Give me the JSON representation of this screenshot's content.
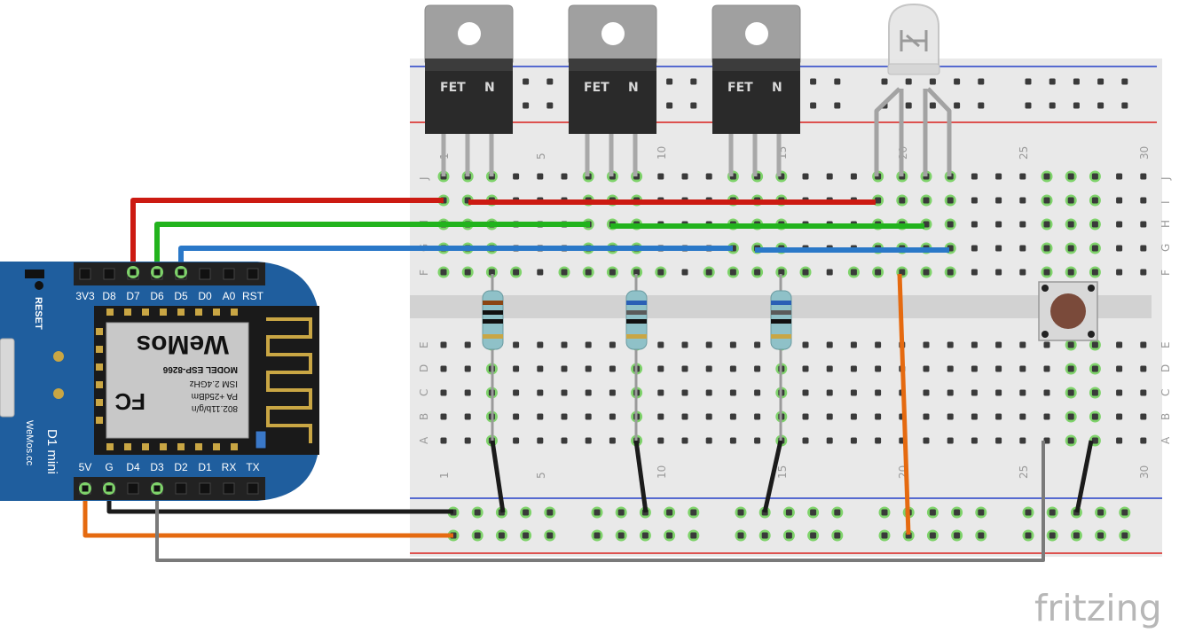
{
  "breadboard": {
    "column_numbers_top": [
      "1",
      "5",
      "10",
      "15",
      "20",
      "25",
      "30"
    ],
    "column_numbers_bottom": [
      "1",
      "5",
      "10",
      "15",
      "20",
      "25",
      "30"
    ],
    "row_letters_top": [
      "J",
      "I",
      "H",
      "G",
      "F"
    ],
    "row_letters_bottom": [
      "E",
      "D",
      "C",
      "B",
      "A"
    ],
    "colors": {
      "body": "#e9e9e9",
      "hole": "#3a3a3a",
      "connected": "#7fd36b",
      "rail_red": "#d9201c",
      "rail_blue": "#2640c8",
      "channel": "#d2d2d2"
    }
  },
  "mosfets": [
    {
      "label_left": "FET",
      "label_right": "N"
    },
    {
      "label_left": "FET",
      "label_right": "N"
    },
    {
      "label_left": "FET",
      "label_right": "N"
    }
  ],
  "board": {
    "top_pins": [
      "3V3",
      "D8",
      "D7",
      "D6",
      "D5",
      "D0",
      "A0",
      "RST"
    ],
    "bottom_pins": [
      "5V",
      "G",
      "D4",
      "D3",
      "D2",
      "D1",
      "RX",
      "TX"
    ],
    "reset_label": "RESET",
    "module_lines": [
      "802.11b/g/n",
      "PA +25dBm",
      "ISM 2.4GHz",
      "MODEL  ESP-8266"
    ],
    "module_brand": "WeMos",
    "board_name": "D1 mini",
    "board_site": "WeMos.cc",
    "colors": {
      "pcb": "#1f5e9e",
      "shield": "#c8c8c8",
      "header": "#222222",
      "gold": "#c9a644"
    }
  },
  "wires": {
    "colors": {
      "red": "#cc1a12",
      "green": "#22b31d",
      "blue": "#2a78c8",
      "black": "#1b1b1b",
      "orange": "#e56a10",
      "gray": "#7a7a7a"
    }
  },
  "watermark": "fritzing"
}
